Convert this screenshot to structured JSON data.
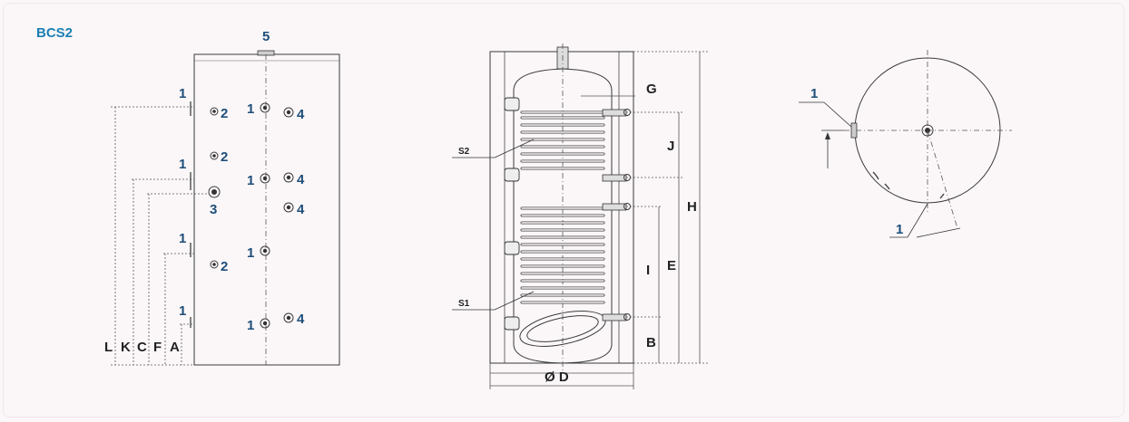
{
  "title": "BCS2",
  "front_view": {
    "labels": {
      "top_port": "5",
      "side_1a": "1",
      "side_1b": "1",
      "side_1c": "1",
      "side_1d": "1",
      "port_2a": "2",
      "port_2b": "2",
      "port_2c": "2",
      "port_3": "3",
      "port_1a": "1",
      "port_1b": "1",
      "port_1c": "1",
      "port_1d": "1",
      "port_4a": "4",
      "port_4b": "4",
      "port_4c": "4",
      "port_4d": "4"
    },
    "dims": [
      "L",
      "K",
      "C",
      "F",
      "A"
    ]
  },
  "section_view": {
    "coil_upper": "S2",
    "coil_lower": "S1",
    "dims": {
      "G": "G",
      "J": "J",
      "H": "H",
      "E": "E",
      "I": "I",
      "B": "B",
      "diameter": "Ø D"
    }
  },
  "top_view": {
    "label_a": "1",
    "label_b": "1"
  },
  "colors": {
    "label": "#1e4e7a",
    "title": "#1a7fb3",
    "background": "#fbf7f8"
  }
}
